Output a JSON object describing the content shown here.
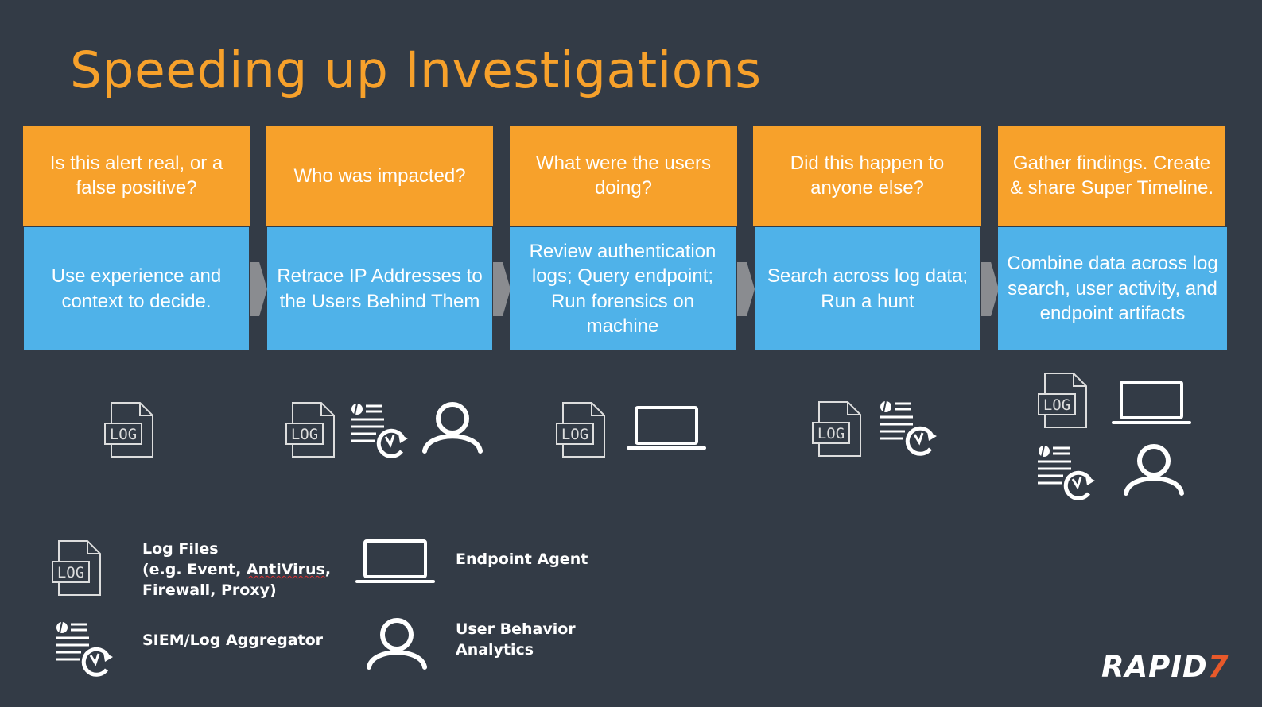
{
  "title": "Speeding up Investigations",
  "steps": [
    {
      "question": "Is this alert real, or a false positive?",
      "action": "Use experience and context to decide."
    },
    {
      "question": "Who was impacted?",
      "action": "Retrace IP Addresses to the Users Behind Them"
    },
    {
      "question": "What were the users doing?",
      "action": "Review authentication logs; Query endpoint; Run forensics on machine"
    },
    {
      "question": "Did this happen to anyone else?",
      "action": "Search across log data; Run a hunt"
    },
    {
      "question": "Gather findings. Create & share Super Timeline.",
      "action": "Combine data across log search, user activity, and endpoint artifacts"
    }
  ],
  "legend": {
    "log_title": "Log Files",
    "log_line2_pre": "(e.g. Event, ",
    "log_line2_mark": "AntiVirus",
    "log_line2_post": ",",
    "log_line3": "Firewall, Proxy)",
    "endpoint": "Endpoint Agent",
    "siem": "SIEM/Log Aggregator",
    "uba_1": "User Behavior",
    "uba_2": "Analytics"
  },
  "logo": {
    "text": "RAPID",
    "mark": "7"
  },
  "icon_text": "LOG",
  "colors": {
    "background": "#333b46",
    "orange": "#f7a12b",
    "blue": "#4fb2e9",
    "logo_accent": "#e8592a"
  }
}
